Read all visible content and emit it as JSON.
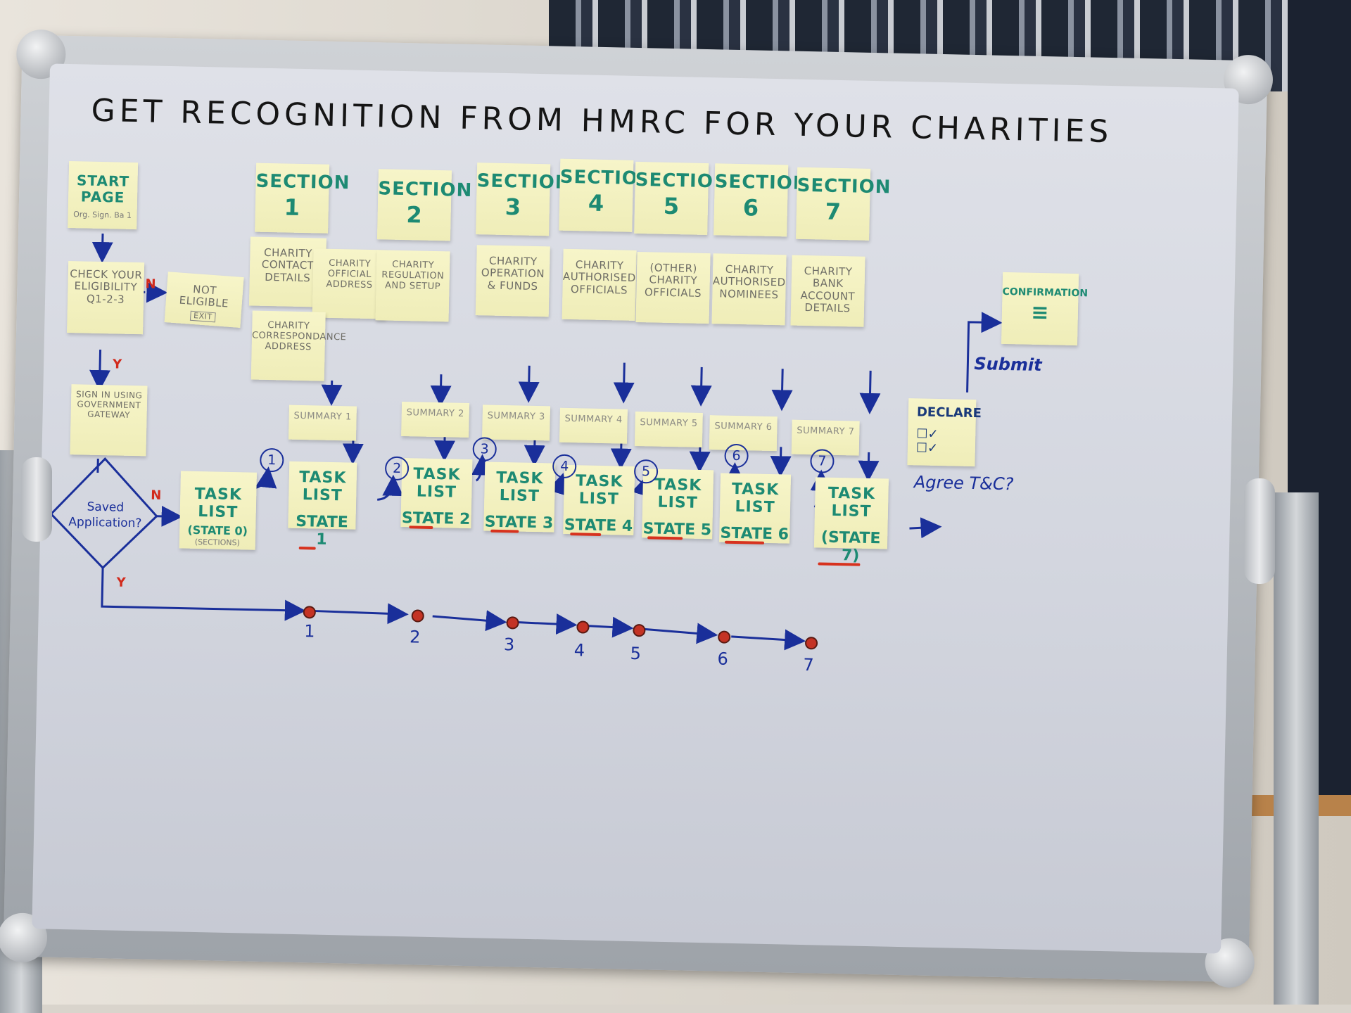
{
  "title": "GET RECOGNITION FROM HMRC FOR YOUR CHARITIES",
  "start_page": {
    "label": "START PAGE",
    "sub": "Org. Sign. Ba 1"
  },
  "eligibility": {
    "label": "CHECK YOUR ELIGIBILITY Q1-2-3"
  },
  "not_eligible": {
    "label": "NOT ELIGIBLE",
    "exit": "EXIT"
  },
  "sign_in": {
    "label": "SIGN IN USING GOVERNMENT GATEWAY"
  },
  "decision": {
    "label": "Saved Application?"
  },
  "flow_labels": {
    "n": "N",
    "y": "Y",
    "submit": "Submit",
    "agree": "Agree T&C?"
  },
  "task_list_0": {
    "title": "TASK LIST",
    "state": "(STATE 0)",
    "sub": "(SECTIONS)"
  },
  "sections": [
    {
      "title": "SECTION",
      "num": "1"
    },
    {
      "title": "SECTION",
      "num": "2"
    },
    {
      "title": "SECTION",
      "num": "3"
    },
    {
      "title": "SECTION",
      "num": "4"
    },
    {
      "title": "SECTION",
      "num": "5"
    },
    {
      "title": "SECTION",
      "num": "6"
    },
    {
      "title": "SECTION",
      "num": "7"
    }
  ],
  "pages": [
    "CHARITY CONTACT DETAILS",
    "CHARITY OFFICIAL ADDRESS",
    "CHARITY REGULATION AND SETUP",
    "CHARITY CORRESPONDANCE ADDRESS",
    "CHARITY OPERATION & FUNDS",
    "CHARITY AUTHORISED OFFICIALS",
    "(OTHER) CHARITY OFFICIALS",
    "CHARITY AUTHORISED NOMINEES",
    "CHARITY BANK ACCOUNT DETAILS"
  ],
  "summaries": [
    "SUMMARY 1",
    "SUMMARY 2",
    "SUMMARY 3",
    "SUMMARY 4",
    "SUMMARY 5",
    "SUMMARY 6",
    "SUMMARY 7"
  ],
  "task_lists": [
    {
      "title": "TASK LIST",
      "state": "STATE 1"
    },
    {
      "title": "TASK LIST",
      "state": "STATE 2"
    },
    {
      "title": "TASK LIST",
      "state": "STATE 3"
    },
    {
      "title": "TASK LIST",
      "state": "STATE 4"
    },
    {
      "title": "TASK LIST",
      "state": "STATE 5"
    },
    {
      "title": "TASK LIST",
      "state": "STATE 6"
    },
    {
      "title": "TASK LIST",
      "state": "(STATE 7)"
    }
  ],
  "circled_steps": [
    "1",
    "2",
    "3",
    "4",
    "5",
    "6",
    "7"
  ],
  "timeline": [
    "1",
    "2",
    "3",
    "4",
    "5",
    "6",
    "7"
  ],
  "declare": {
    "label": "DECLARE",
    "check1": "☐✓",
    "check2": "☐✓"
  },
  "confirmation": {
    "label": "CONFIRMATION",
    "mark": "≡"
  },
  "colors": {
    "sticky": "#f3f1c0",
    "teal_ink": "#1d8a73",
    "blue_ink": "#1a2f9a",
    "red_ink": "#d22a1c"
  }
}
